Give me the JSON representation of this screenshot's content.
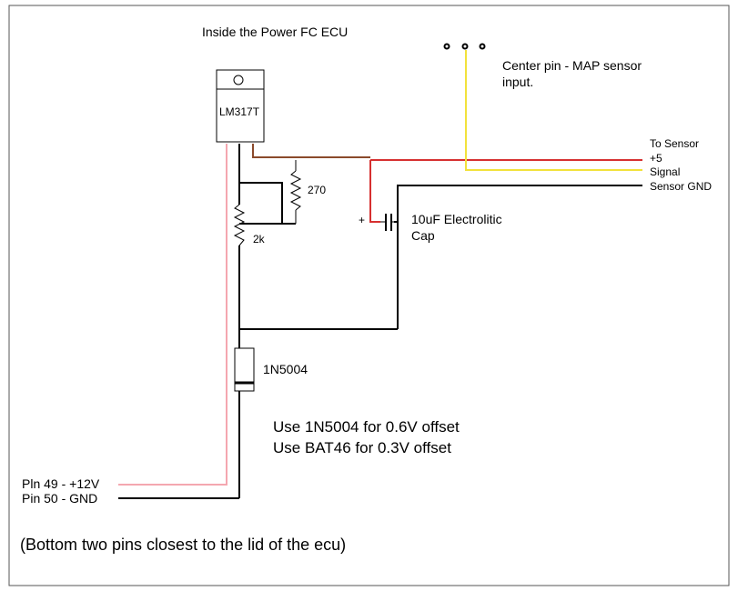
{
  "title": "Inside the Power FC ECU",
  "components": {
    "regulator": "LM317T",
    "resistor_top": "270",
    "resistor_bottom": "2k",
    "capacitor_line1": "10uF Electrolitic",
    "capacitor_line2": "Cap",
    "capacitor_polarity": "+",
    "diode": "1N5004"
  },
  "connector": {
    "note_line1": "Center pin - MAP sensor",
    "note_line2": "input."
  },
  "sensor_wires": {
    "to_sensor": "To Sensor",
    "plus5": "+5",
    "signal": "Signal",
    "ground": "Sensor GND"
  },
  "ecu_pins": {
    "pin49": "Pln 49 - +12V",
    "pin50": "Pin 50 - GND"
  },
  "notes": {
    "line1": "Use 1N5004 for 0.6V offset",
    "line2": "Use BAT46 for 0.3V offset",
    "footer": "(Bottom two pins closest to the lid of the ecu)"
  },
  "colors": {
    "wire_12v": "#f4a7b0",
    "wire_5v": "#d63030",
    "wire_signal": "#f2e23c",
    "wire_adj": "#8b4a2b",
    "wire_gnd": "#000000",
    "border": "#555555"
  }
}
